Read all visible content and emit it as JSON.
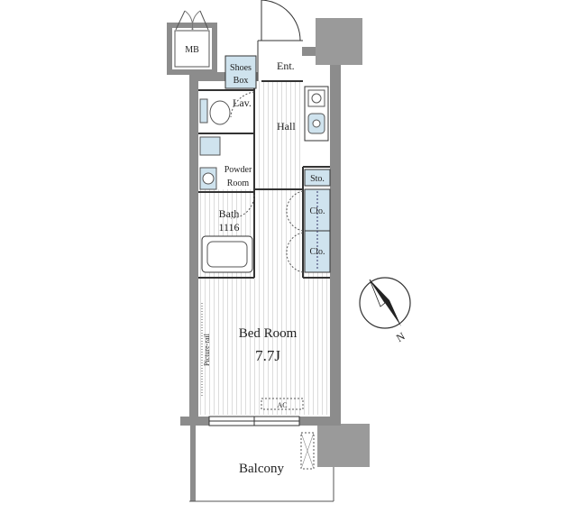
{
  "rooms": {
    "mb": "MB",
    "shoes_box_line1": "Shoes",
    "shoes_box_line2": "Box",
    "entrance": "Ent.",
    "lavatory": "Lav.",
    "hall": "Hall",
    "powder_room_line1": "Powder",
    "powder_room_line2": "Room",
    "bath": "Bath",
    "bath_size": "1116",
    "storage": "Sto.",
    "closet_upper": "Clo.",
    "closet_lower": "Clo.",
    "bedroom": "Bed Room",
    "bedroom_size": "7.7J",
    "picture_rail": "Picture-rail",
    "air_conditioner": "AC",
    "balcony": "Balcony"
  },
  "compass": {
    "north_label": "N"
  },
  "colors": {
    "wall": "#8c8c8c",
    "wall_dark": "#9a9a9a",
    "fixture_fill": "#cfe3ee",
    "floor_stripe": "#d9d9d9",
    "line": "#333333"
  }
}
